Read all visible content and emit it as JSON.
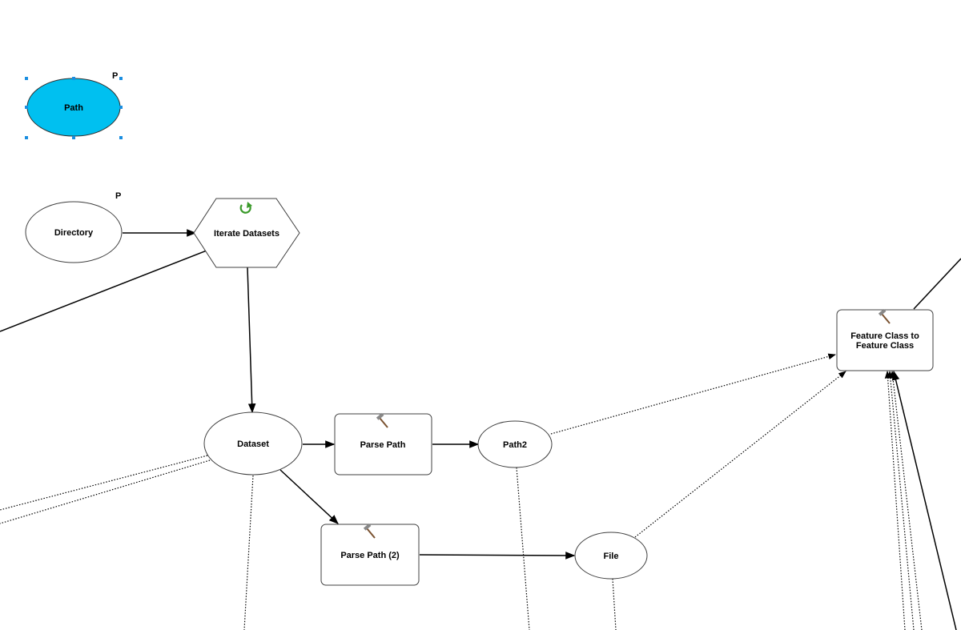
{
  "diagram": {
    "colors": {
      "selected_fill": "#00c0f0",
      "selection_handle": "#1a8ee0",
      "node_fill": "#ffffff",
      "iterator_icon": "#3a9a2a"
    },
    "nodes": {
      "path": {
        "label": "Path",
        "marker": "P",
        "selected": true
      },
      "directory": {
        "label": "Directory",
        "marker": "P"
      },
      "iterate_datasets": {
        "label": "Iterate Datasets",
        "icon": "iterate-icon"
      },
      "dataset": {
        "label": "Dataset"
      },
      "parse_path": {
        "label": "Parse Path",
        "icon": "hammer-icon"
      },
      "path2": {
        "label": "Path2"
      },
      "parse_path_2": {
        "label": "Parse Path (2)",
        "icon": "hammer-icon"
      },
      "file": {
        "label": "File"
      },
      "feature_class_to_feature_class": {
        "label_line1": "Feature Class to",
        "label_line2": "Feature Class",
        "icon": "hammer-icon"
      }
    }
  }
}
